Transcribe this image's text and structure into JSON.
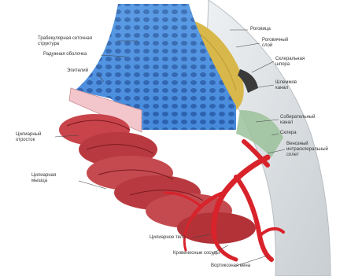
{
  "labels": {
    "trabecular_meshwork": "Трабекулярная сеточная\nструктура",
    "iris_root": "Радужная оболочка",
    "stroma": "Эпителий",
    "ciliary_process": "Цилиарный\nотросток",
    "ciliary_muscle_fibers": "Цилиарная\nмышца",
    "retina_top": "Роговица",
    "corneal_layer": "Роговичный\nслой",
    "scleral_spur": "Склеральная\nшпора",
    "schlemm_canal": "Шлеммов\nканал",
    "collector_channel": "Собирательный\nканал",
    "sclera": "Склера",
    "venous_plexus": "Венозный\nинтрасклеральный\nсплет",
    "ciliary_body": "Цилиарное тело",
    "ciliary_process_bottom": "Кровеносные сосуды",
    "vortex_vein": "Вортикозная вена"
  },
  "colors": {
    "meshwork_blue": "#4a8fe0",
    "meshwork_light": "#9cc8f4",
    "tissue_red": "#c8343a",
    "tissue_dark": "#8a1e22",
    "pink_process": "#e07a80",
    "yellow_layer": "#d8b84a",
    "sclera_grey": "#d9dde0",
    "green_canal": "#9bc29a",
    "line_color": "#444444"
  },
  "icons": [
    "eye-anatomy-illustration"
  ]
}
